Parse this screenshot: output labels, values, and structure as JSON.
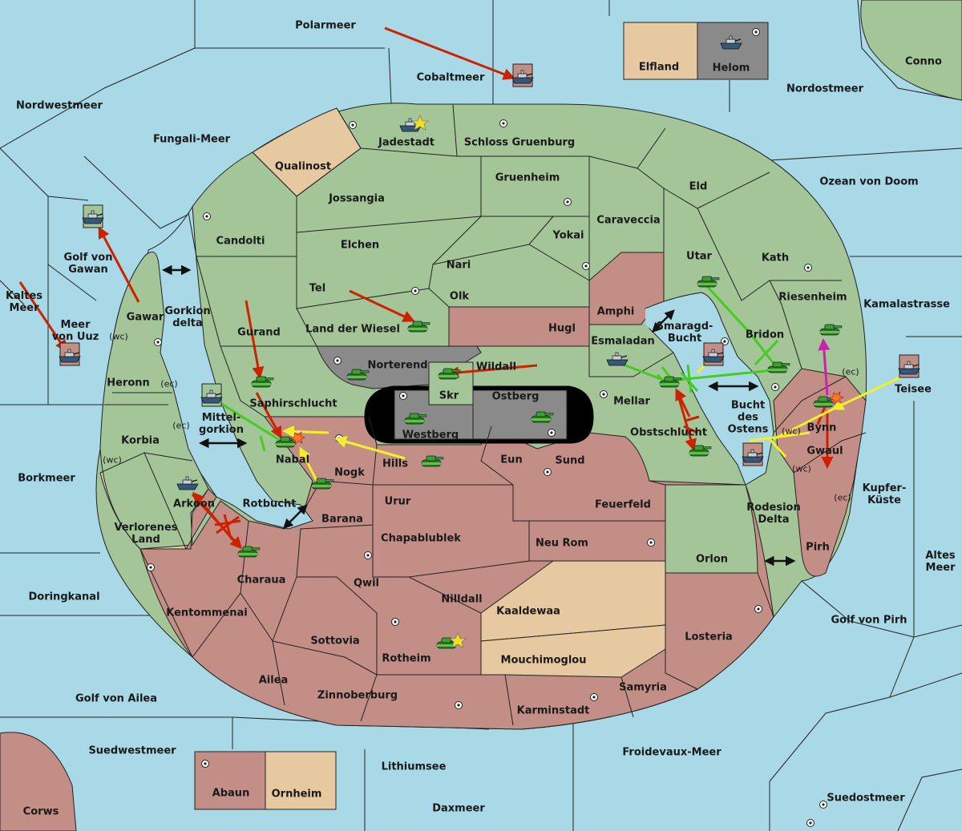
{
  "colors": {
    "sea": "#a9d9e6",
    "green_power": "#a3c598",
    "red_power": "#c38e86",
    "neutral": "#e6c9a0",
    "impassable": "#8a8a8a",
    "order_red": "#cc2200",
    "order_green": "#44cc22",
    "order_yellow": "#f2f02a",
    "order_magenta": "#cc22aa"
  },
  "labels": [
    {
      "id": "polarmeer",
      "text": "Polarmeer"
    },
    {
      "id": "cobaltmeer",
      "text": "Cobaltmeer"
    },
    {
      "id": "elfland",
      "text": "Elfland"
    },
    {
      "id": "helom",
      "text": "Helom"
    },
    {
      "id": "conno",
      "text": "Conno"
    },
    {
      "id": "nordostmeer",
      "text": "Nordostmeer"
    },
    {
      "id": "nordwestmeer",
      "text": "Nordwestmeer"
    },
    {
      "id": "fungali",
      "text": "Fungali-Meer"
    },
    {
      "id": "jadestadt",
      "text": "Jadestadt"
    },
    {
      "id": "schloss",
      "text": "Schloss Gruenburg"
    },
    {
      "id": "qualinost",
      "text": "Qualinost"
    },
    {
      "id": "gruenheim",
      "text": "Gruenheim"
    },
    {
      "id": "eld",
      "text": "Eld"
    },
    {
      "id": "ozeandoom",
      "text": "Ozean von Doom"
    },
    {
      "id": "jossangia",
      "text": "Jossangia"
    },
    {
      "id": "caraveccia",
      "text": "Caraveccia"
    },
    {
      "id": "candolti",
      "text": "Candolti"
    },
    {
      "id": "elchen",
      "text": "Elchen"
    },
    {
      "id": "yokai",
      "text": "Yokai"
    },
    {
      "id": "golfgawan",
      "text": "Golf von\nGawan"
    },
    {
      "id": "utar",
      "text": "Utar"
    },
    {
      "id": "kath",
      "text": "Kath"
    },
    {
      "id": "nari",
      "text": "Nari"
    },
    {
      "id": "tel",
      "text": "Tel"
    },
    {
      "id": "olk",
      "text": "Olk"
    },
    {
      "id": "kaltesmeer",
      "text": "Kaltes\nMeer"
    },
    {
      "id": "riesenheim",
      "text": "Riesenheim"
    },
    {
      "id": "kamalastrasse",
      "text": "Kamalastrasse"
    },
    {
      "id": "amphi",
      "text": "Amphi"
    },
    {
      "id": "gawar",
      "text": "Gawar"
    },
    {
      "id": "gorkiondelta",
      "text": "Gorkion\ndelta"
    },
    {
      "id": "meeruuz",
      "text": "Meer\nvon Uuz"
    },
    {
      "id": "gurand",
      "text": "Gurand"
    },
    {
      "id": "landwiesel",
      "text": "Land der Wiesel"
    },
    {
      "id": "hugl",
      "text": "Hugl"
    },
    {
      "id": "smaragd",
      "text": "Smaragd-\nBucht"
    },
    {
      "id": "bridon",
      "text": "Bridon"
    },
    {
      "id": "esmaladan",
      "text": "Esmaladan"
    },
    {
      "id": "heronn",
      "text": "Heronn"
    },
    {
      "id": "norterend",
      "text": "Norterend"
    },
    {
      "id": "wildall",
      "text": "Wildall"
    },
    {
      "id": "skr",
      "text": "Skr"
    },
    {
      "id": "ostberg",
      "text": "Ostberg"
    },
    {
      "id": "teisee",
      "text": "Teisee"
    },
    {
      "id": "saphirschlucht",
      "text": "Saphirschlucht"
    },
    {
      "id": "mellar",
      "text": "Mellar"
    },
    {
      "id": "buchtostens",
      "text": "Bucht\ndes\nOstens"
    },
    {
      "id": "mittelgorkion",
      "text": "Mittel-\ngorkion"
    },
    {
      "id": "westberg",
      "text": "Westberg"
    },
    {
      "id": "obstschlucht",
      "text": "Obstschlucht"
    },
    {
      "id": "bynn",
      "text": "Bynn"
    },
    {
      "id": "korbia",
      "text": "Korbia"
    },
    {
      "id": "nabal",
      "text": "Nabal"
    },
    {
      "id": "hills",
      "text": "Hills"
    },
    {
      "id": "eun",
      "text": "Eun"
    },
    {
      "id": "sund",
      "text": "Sund"
    },
    {
      "id": "gwaul",
      "text": "Gwaul"
    },
    {
      "id": "nogk",
      "text": "Nogk"
    },
    {
      "id": "borkmeer",
      "text": "Borkmeer"
    },
    {
      "id": "kupferkueste",
      "text": "Kupfer-\nKüste"
    },
    {
      "id": "arkoon",
      "text": "Arkoon"
    },
    {
      "id": "rotbucht",
      "text": "Rotbucht"
    },
    {
      "id": "urur",
      "text": "Urur"
    },
    {
      "id": "feuerfeld",
      "text": "Feuerfeld"
    },
    {
      "id": "rodesion",
      "text": "Rodesion\nDelta"
    },
    {
      "id": "barana",
      "text": "Barana"
    },
    {
      "id": "verlorenesland",
      "text": "Verlorenes\nLand"
    },
    {
      "id": "chapablublek",
      "text": "Chapablublek"
    },
    {
      "id": "neurom",
      "text": "Neu Rom"
    },
    {
      "id": "pirh",
      "text": "Pirh"
    },
    {
      "id": "orlon",
      "text": "Orlon"
    },
    {
      "id": "altesmeer",
      "text": "Altes\nMeer"
    },
    {
      "id": "charaua",
      "text": "Charaua"
    },
    {
      "id": "qwil",
      "text": "Qwil"
    },
    {
      "id": "nilldall",
      "text": "Nilldall"
    },
    {
      "id": "doringkanal",
      "text": "Doringkanal"
    },
    {
      "id": "kentommenai",
      "text": "Kentommenai"
    },
    {
      "id": "kaaldewaa",
      "text": "Kaaldewaa"
    },
    {
      "id": "golfpirh",
      "text": "Golf von Pirh"
    },
    {
      "id": "losteria",
      "text": "Losteria"
    },
    {
      "id": "sottovia",
      "text": "Sottovia"
    },
    {
      "id": "rotheim",
      "text": "Rotheim"
    },
    {
      "id": "mouchimoglou",
      "text": "Mouchimoglou"
    },
    {
      "id": "ailea",
      "text": "Ailea"
    },
    {
      "id": "samyria",
      "text": "Samyria"
    },
    {
      "id": "zinnoberburg",
      "text": "Zinnoberburg"
    },
    {
      "id": "golfailea",
      "text": "Golf von Ailea"
    },
    {
      "id": "karminstadt",
      "text": "Karminstadt"
    },
    {
      "id": "suedwestmeer",
      "text": "Suedwestmeer"
    },
    {
      "id": "lithiumsee",
      "text": "Lithiumsee"
    },
    {
      "id": "froidevaux",
      "text": "Froidevaux-Meer"
    },
    {
      "id": "abaun",
      "text": "Abaun"
    },
    {
      "id": "ornheim",
      "text": "Ornheim"
    },
    {
      "id": "suedostmeer",
      "text": "Suedostmeer"
    },
    {
      "id": "daxmeer",
      "text": "Daxmeer"
    },
    {
      "id": "corws",
      "text": "Corws"
    }
  ],
  "coast_tags": [
    {
      "id": "wc1",
      "text": "(wc)"
    },
    {
      "id": "ec1",
      "text": "(ec)"
    },
    {
      "id": "ec2",
      "text": "(ec)"
    },
    {
      "id": "wc2",
      "text": "(wc)"
    },
    {
      "id": "ec3",
      "text": "(ec)"
    },
    {
      "id": "wc3",
      "text": "(wc)"
    },
    {
      "id": "wc4",
      "text": "(wc)"
    },
    {
      "id": "ec4",
      "text": "(ec)"
    }
  ]
}
